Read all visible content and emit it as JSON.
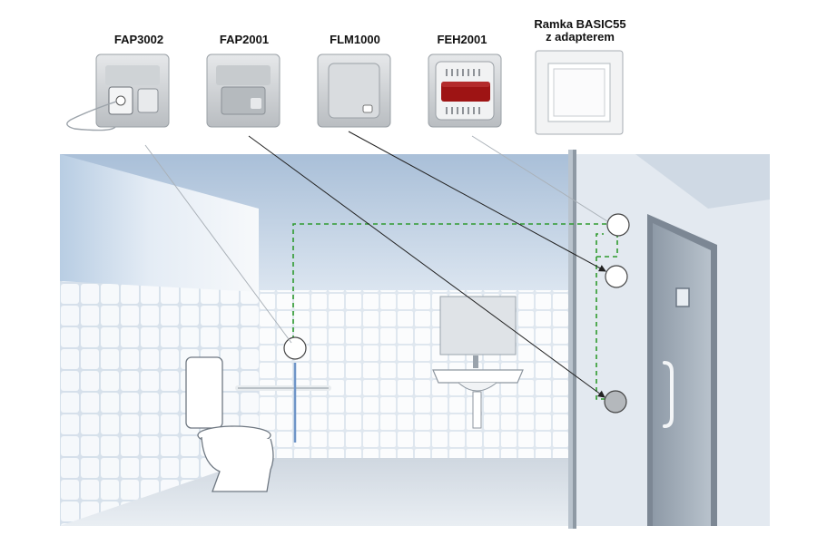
{
  "products": [
    {
      "name": "FAP3002"
    },
    {
      "name": "FAP2001"
    },
    {
      "name": "FLM1000"
    },
    {
      "name": "FEH2001"
    },
    {
      "name": "Ramka BASIC55",
      "name_line2": "z adapterem"
    }
  ],
  "colors": {
    "wiring": "#2e9a2e",
    "lamp_red": "#9e1414",
    "device_gray": "#cfd2d4",
    "wall_tile": "#f4f6f8",
    "sky_panel": "#c9d6e6",
    "door": "#a9b4bf"
  }
}
